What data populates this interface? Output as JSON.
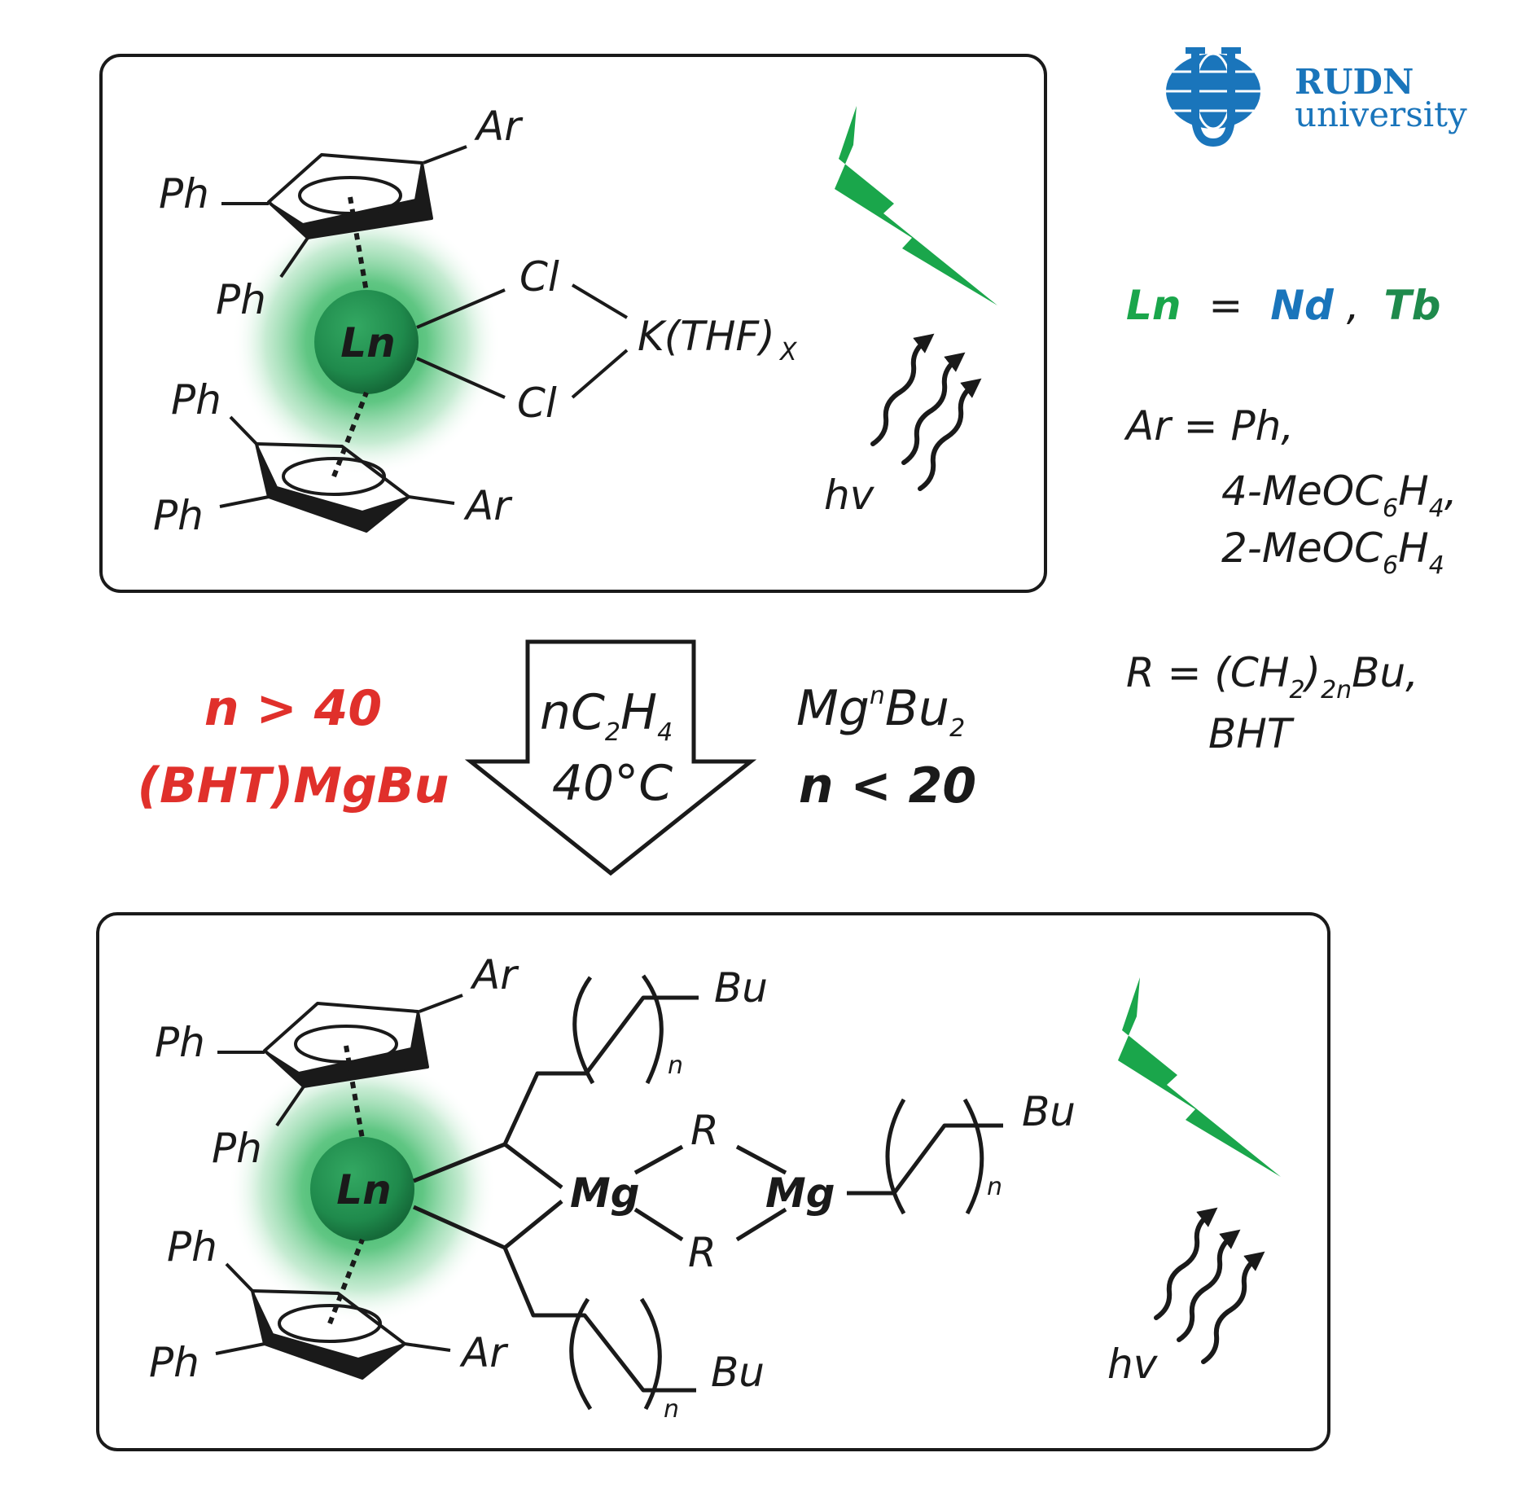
{
  "logo": {
    "line1": "RUDN",
    "line2": "university",
    "color": "#1a75bb"
  },
  "colors": {
    "lanthanide_green": "#1f8a4c",
    "bolt_green": "#1aa64b",
    "nd_blue": "#1a75bb",
    "red": "#e0302b",
    "ink": "#1a1a1a"
  },
  "top_complex": {
    "metal": "Ln",
    "ph": "Ph",
    "ar": "Ar",
    "cl": "Cl",
    "k": "K(THF)",
    "k_sub": "X"
  },
  "bottom_complex": {
    "metal": "Ln",
    "ph": "Ph",
    "ar": "Ar",
    "bu": "Bu",
    "n": "n",
    "mg": "Mg",
    "r": "R"
  },
  "light": {
    "hv": "hv"
  },
  "legend": {
    "ln_label": "Ln",
    "eq": "=",
    "nd": "Nd",
    "comma": ",",
    "tb": "Tb",
    "ar_line": "Ar = Ph,",
    "ar_opt1_a": "4-MeOC",
    "ar_opt1_b": "H",
    "ar_opt1_end": ",",
    "ar_opt2_a": "2-MeOC",
    "ar_opt2_b": "H",
    "sub6": "6",
    "sub4": "4",
    "r_a": "R = (CH",
    "r_sub2": "2",
    "r_paren": ")",
    "r_sub2n": "2n",
    "r_end": "Bu,",
    "bht": "BHT"
  },
  "reaction": {
    "reagent_a": "nC",
    "reagent_sub1": "2",
    "reagent_b": "H",
    "reagent_sub2": "4",
    "temp": "40°C",
    "left_line1": "n > 40",
    "left_line2": "(BHT)MgBu",
    "right_line1_a": "Mg",
    "right_line1_sup": "n",
    "right_line1_b": "Bu",
    "right_line1_sub": "2",
    "right_line2": "n < 20"
  }
}
